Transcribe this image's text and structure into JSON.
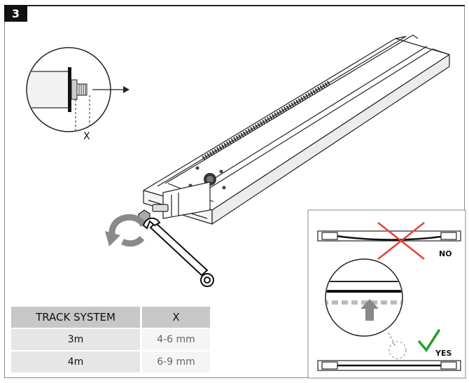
{
  "step": {
    "number": "3"
  },
  "detail": {
    "dimension_label": "X"
  },
  "alignment": {
    "wrong_label": "NO",
    "correct_label": "YES"
  },
  "table": {
    "headers": [
      "TRACK SYSTEM",
      "X"
    ],
    "rows": [
      {
        "track": "3m",
        "x": "4-6 mm"
      },
      {
        "track": "4m",
        "x": "6-9 mm"
      }
    ]
  },
  "colors": {
    "cross": "#e8403a",
    "check": "#2aa02a",
    "arrow": "#888888",
    "header_bg": "#c7c7c7"
  }
}
